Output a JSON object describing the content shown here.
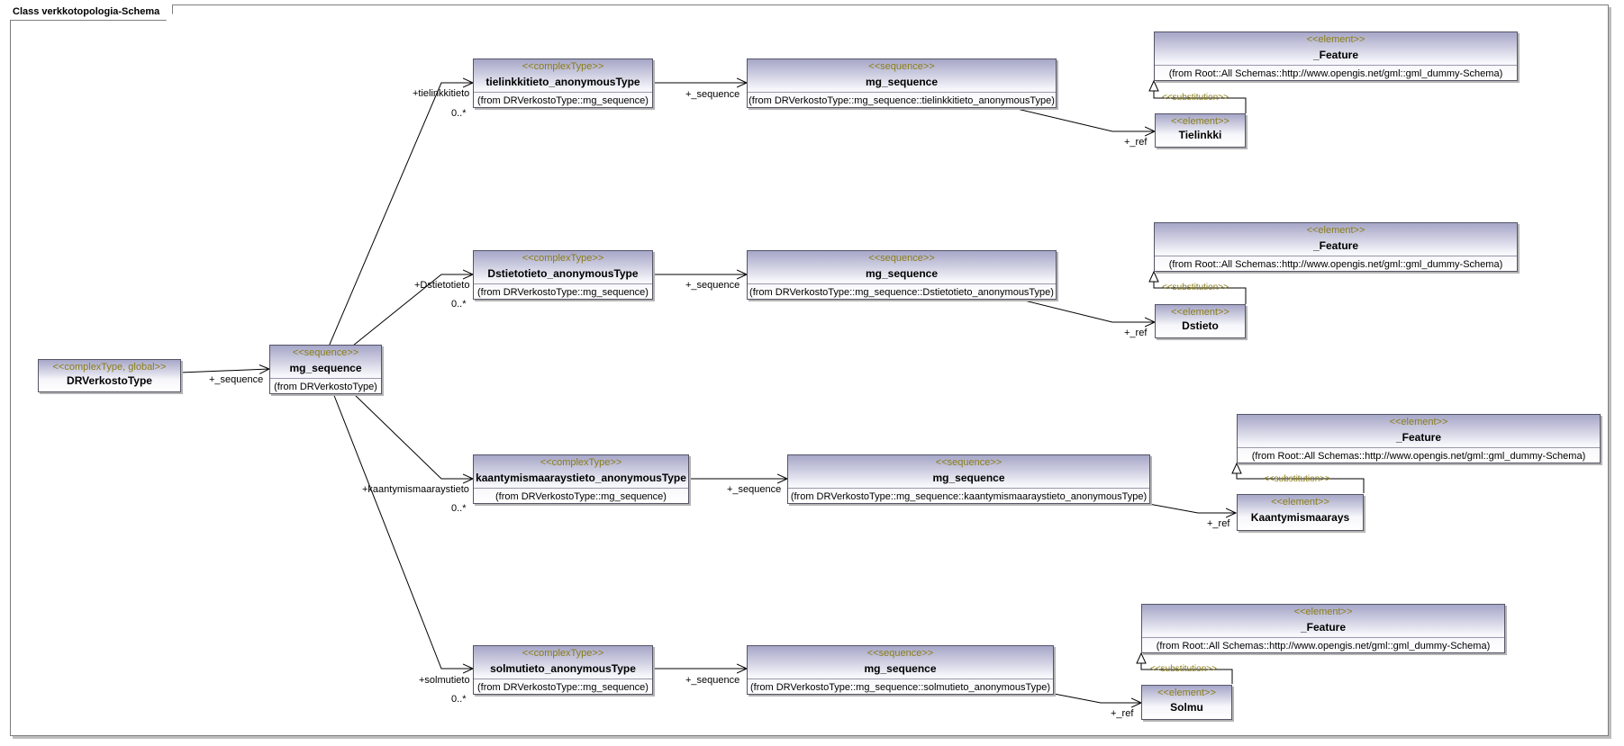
{
  "diagram": {
    "title": "Class verkkotopologia-Schema"
  },
  "root": {
    "stereotype": "<<complexType, global>>",
    "name": "DRVerkostoType"
  },
  "root_seq": {
    "stereotype": "<<sequence>>",
    "name": "mg_sequence",
    "from": "(from DRVerkostoType)"
  },
  "labels": {
    "sequence": "+_sequence",
    "ref": "+_ref",
    "multiplicity": "0..*",
    "substitution": "<<substitution>>"
  },
  "branches": [
    {
      "role": "+tielinkkitieto",
      "type": {
        "stereotype": "<<complexType>>",
        "name": "tielinkkitieto_anonymousType",
        "from": "(from DRVerkostoType::mg_sequence)"
      },
      "seq": {
        "stereotype": "<<sequence>>",
        "name": "mg_sequence",
        "from": "(from DRVerkostoType::mg_sequence::tielinkkitieto_anonymousType)"
      },
      "element": {
        "stereotype": "<<element>>",
        "name": "Tielinkki"
      },
      "feature": {
        "stereotype": "<<element>>",
        "name": "_Feature",
        "from": "(from Root::All Schemas::http://www.opengis.net/gml::gml_dummy-Schema)"
      }
    },
    {
      "role": "+Dstietotieto",
      "type": {
        "stereotype": "<<complexType>>",
        "name": "Dstietotieto_anonymousType",
        "from": "(from DRVerkostoType::mg_sequence)"
      },
      "seq": {
        "stereotype": "<<sequence>>",
        "name": "mg_sequence",
        "from": "(from DRVerkostoType::mg_sequence::Dstietotieto_anonymousType)"
      },
      "element": {
        "stereotype": "<<element>>",
        "name": "Dstieto"
      },
      "feature": {
        "stereotype": "<<element>>",
        "name": "_Feature",
        "from": "(from Root::All Schemas::http://www.opengis.net/gml::gml_dummy-Schema)"
      }
    },
    {
      "role": "+kaantymismaaraystieto",
      "type": {
        "stereotype": "<<complexType>>",
        "name": "kaantymismaaraystieto_anonymousType",
        "from": "(from DRVerkostoType::mg_sequence)"
      },
      "seq": {
        "stereotype": "<<sequence>>",
        "name": "mg_sequence",
        "from": "(from DRVerkostoType::mg_sequence::kaantymismaaraystieto_anonymousType)"
      },
      "element": {
        "stereotype": "<<element>>",
        "name": "Kaantymismaarays"
      },
      "feature": {
        "stereotype": "<<element>>",
        "name": "_Feature",
        "from": "(from Root::All Schemas::http://www.opengis.net/gml::gml_dummy-Schema)"
      }
    },
    {
      "role": "+solmutieto",
      "type": {
        "stereotype": "<<complexType>>",
        "name": "solmutieto_anonymousType",
        "from": "(from DRVerkostoType::mg_sequence)"
      },
      "seq": {
        "stereotype": "<<sequence>>",
        "name": "mg_sequence",
        "from": "(from DRVerkostoType::mg_sequence::solmutieto_anonymousType)"
      },
      "element": {
        "stereotype": "<<element>>",
        "name": "Solmu"
      },
      "feature": {
        "stereotype": "<<element>>",
        "name": "_Feature",
        "from": "(from Root::All Schemas::http://www.opengis.net/gml::gml_dummy-Schema)"
      }
    }
  ]
}
